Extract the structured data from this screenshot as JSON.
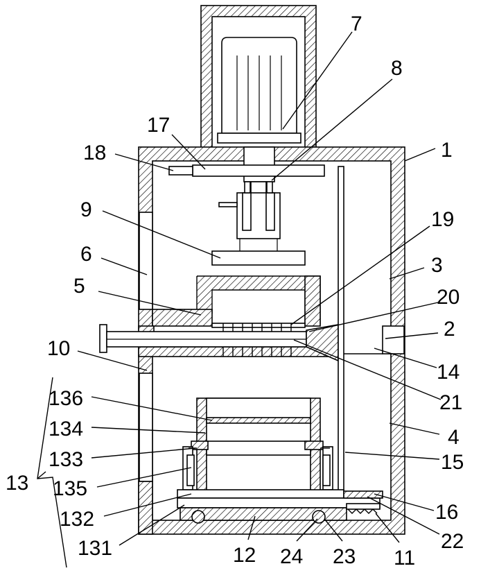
{
  "figure": {
    "labels": [
      {
        "id": "lbl-1",
        "text": "1"
      },
      {
        "id": "lbl-2",
        "text": "2"
      },
      {
        "id": "lbl-3",
        "text": "3"
      },
      {
        "id": "lbl-4",
        "text": "4"
      },
      {
        "id": "lbl-5",
        "text": "5"
      },
      {
        "id": "lbl-6",
        "text": "6"
      },
      {
        "id": "lbl-7",
        "text": "7"
      },
      {
        "id": "lbl-8",
        "text": "8"
      },
      {
        "id": "lbl-9",
        "text": "9"
      },
      {
        "id": "lbl-10",
        "text": "10"
      },
      {
        "id": "lbl-11",
        "text": "11"
      },
      {
        "id": "lbl-12",
        "text": "12"
      },
      {
        "id": "lbl-13",
        "text": "13"
      },
      {
        "id": "lbl-14",
        "text": "14"
      },
      {
        "id": "lbl-15",
        "text": "15"
      },
      {
        "id": "lbl-16",
        "text": "16"
      },
      {
        "id": "lbl-17",
        "text": "17"
      },
      {
        "id": "lbl-18",
        "text": "18"
      },
      {
        "id": "lbl-19",
        "text": "19"
      },
      {
        "id": "lbl-20",
        "text": "20"
      },
      {
        "id": "lbl-21",
        "text": "21"
      },
      {
        "id": "lbl-22",
        "text": "22"
      },
      {
        "id": "lbl-23",
        "text": "23"
      },
      {
        "id": "lbl-24",
        "text": "24"
      },
      {
        "id": "lbl-131",
        "text": "131"
      },
      {
        "id": "lbl-132",
        "text": "132"
      },
      {
        "id": "lbl-133",
        "text": "133"
      },
      {
        "id": "lbl-134",
        "text": "134"
      },
      {
        "id": "lbl-135",
        "text": "135"
      },
      {
        "id": "lbl-136",
        "text": "136"
      }
    ]
  }
}
